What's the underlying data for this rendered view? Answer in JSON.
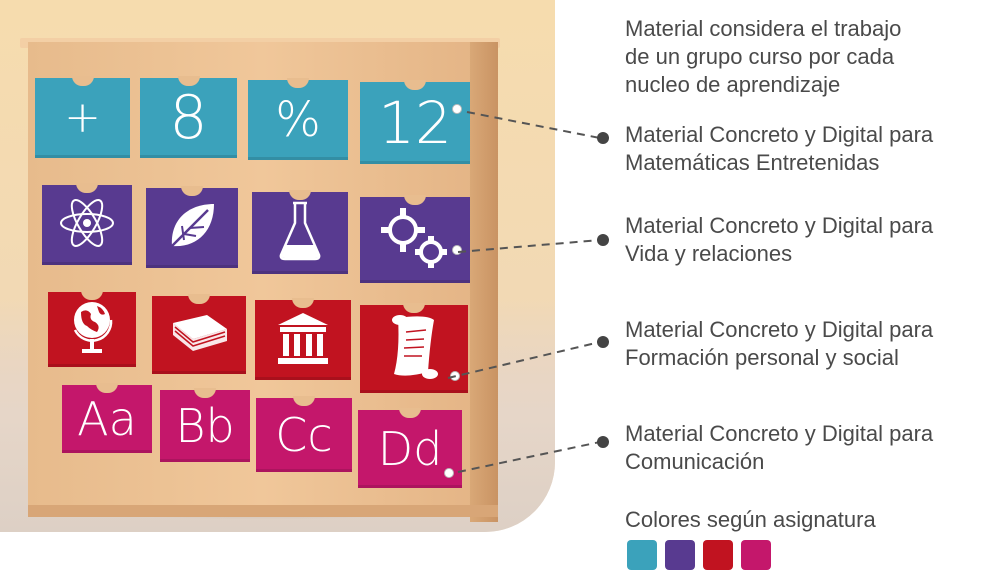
{
  "intro": {
    "lines": [
      "Material considera el trabajo",
      "de un grupo curso por cada",
      "nucleo de aprendizaje"
    ]
  },
  "rows": [
    {
      "color": "#3ba2bb",
      "label_lines": [
        "Material Concreto y Digital  para",
        "Matemáticas Entretenidas"
      ],
      "drawers": [
        "+",
        "8",
        "%",
        "12"
      ]
    },
    {
      "color": "#583a90",
      "label_lines": [
        "Material Concreto y Digital  para",
        "Vida y relaciones"
      ],
      "drawers": [
        "atom-icon",
        "leaf-icon",
        "flask-icon",
        "gears-icon"
      ]
    },
    {
      "color": "#c11320",
      "label_lines": [
        "Material Concreto y Digital  para",
        "Formación personal y social"
      ],
      "drawers": [
        "globe-icon",
        "book-icon",
        "building-icon",
        "scroll-icon"
      ]
    },
    {
      "color": "#c4176b",
      "label_lines": [
        "Material Concreto y Digital  para",
        "Comunicación"
      ],
      "drawers": [
        "Aa",
        "Bb",
        "Cc",
        "Dd"
      ]
    }
  ],
  "legend": {
    "title": "Colores según asignatura",
    "colors": [
      "#3ba2bb",
      "#583a90",
      "#c11320",
      "#c4176b"
    ]
  }
}
